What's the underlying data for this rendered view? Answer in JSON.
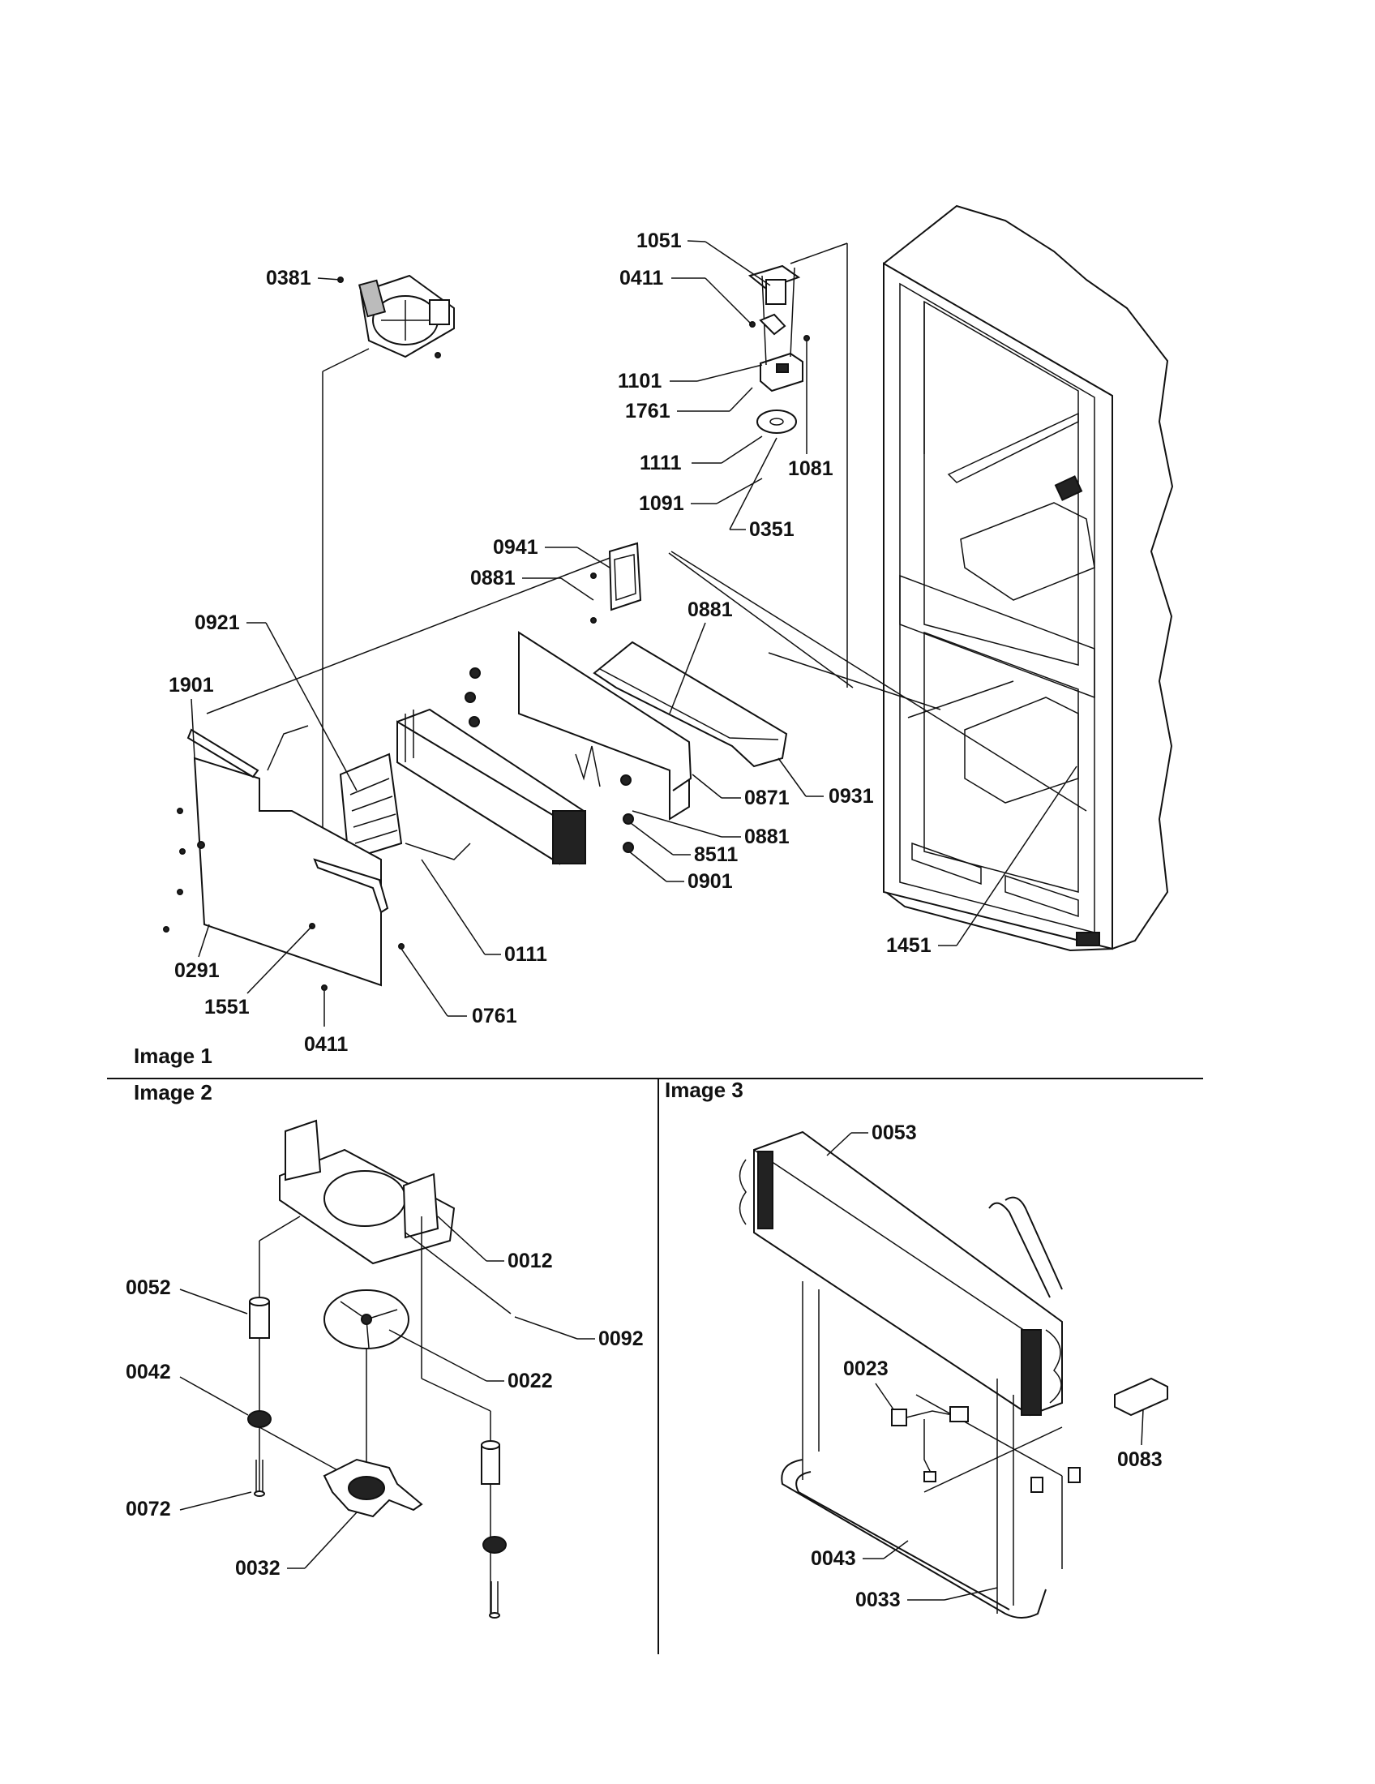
{
  "panels": {
    "image1": "Image 1",
    "image2": "Image 2",
    "image3": "Image 3"
  },
  "callouts": {
    "image1": [
      "1051",
      "0411",
      "1101",
      "1761",
      "1111",
      "1081",
      "1091",
      "0351",
      "0381",
      "0941",
      "0881",
      "0881",
      "0921",
      "1901",
      "0871",
      "0881",
      "8511",
      "0901",
      "0931",
      "0291",
      "1551",
      "0111",
      "0411",
      "0761",
      "1451"
    ],
    "image2": [
      "0012",
      "0052",
      "0092",
      "0022",
      "0042",
      "0072",
      "0032"
    ],
    "image3": [
      "0053",
      "0023",
      "0083",
      "0043",
      "0033"
    ]
  }
}
